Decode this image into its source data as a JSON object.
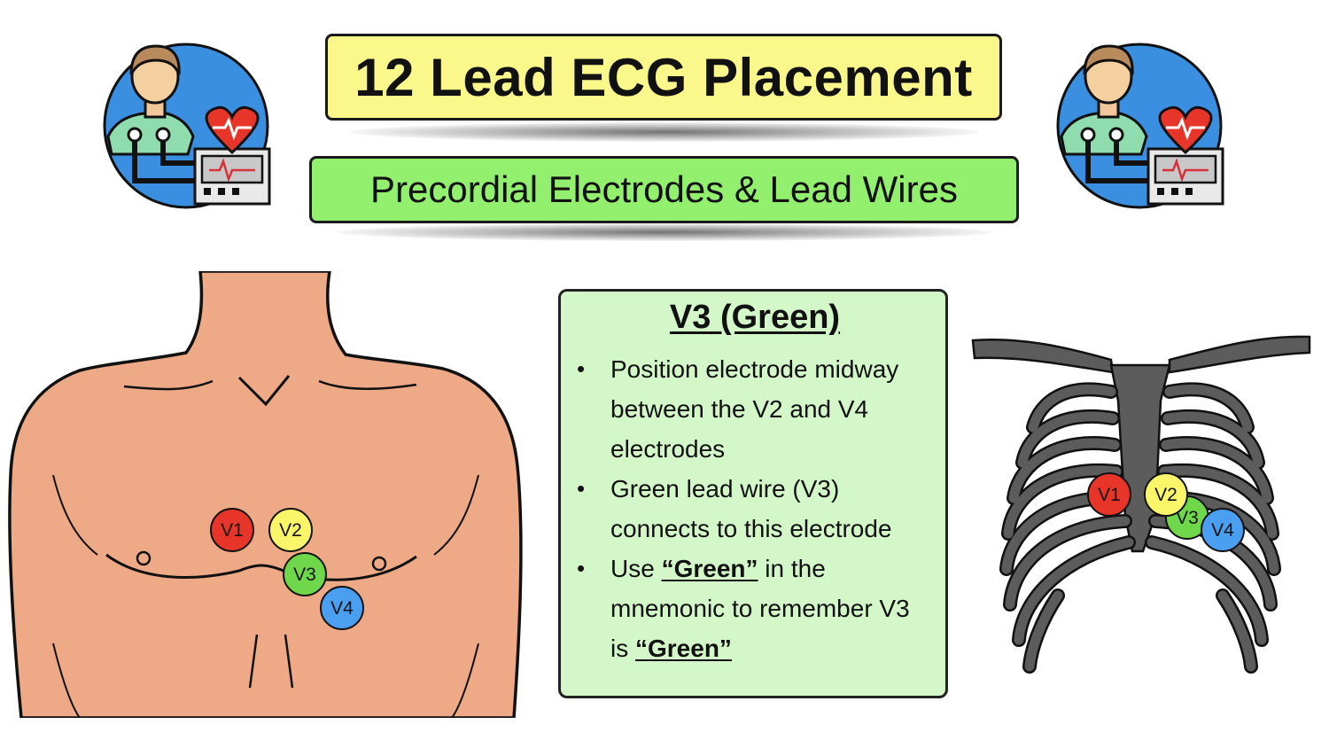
{
  "title": "12 Lead ECG Placement",
  "subtitle": "Precordial Electrodes & Lead Wires",
  "info": {
    "heading": "V3 (Green)",
    "bullet1": "Position electrode midway between the V2 and V4 electrodes",
    "bullet2": "Green lead wire (V3) connects to this electrode",
    "bullet3_before": "Use ",
    "bullet3_emph1": "“Green”",
    "bullet3_middle": " in the mnemonic to remember V3 is ",
    "bullet3_emph2": "“Green”"
  },
  "electrodes": {
    "v1": "V1",
    "v2": "V2",
    "v3": "V3",
    "v4": "V4"
  },
  "colors": {
    "title_bg": "#fbf88b",
    "subtitle_bg": "#93f06f",
    "info_bg": "#d4f7c9",
    "v1": "#e8352a",
    "v2": "#fbf56a",
    "v3": "#6fd84a",
    "v4": "#4a9ff0",
    "skin": "#eeaa86",
    "bone": "#5c5c5c"
  },
  "icons": {
    "left": "patient-ecg-monitor-icon",
    "right": "patient-ecg-monitor-icon"
  }
}
